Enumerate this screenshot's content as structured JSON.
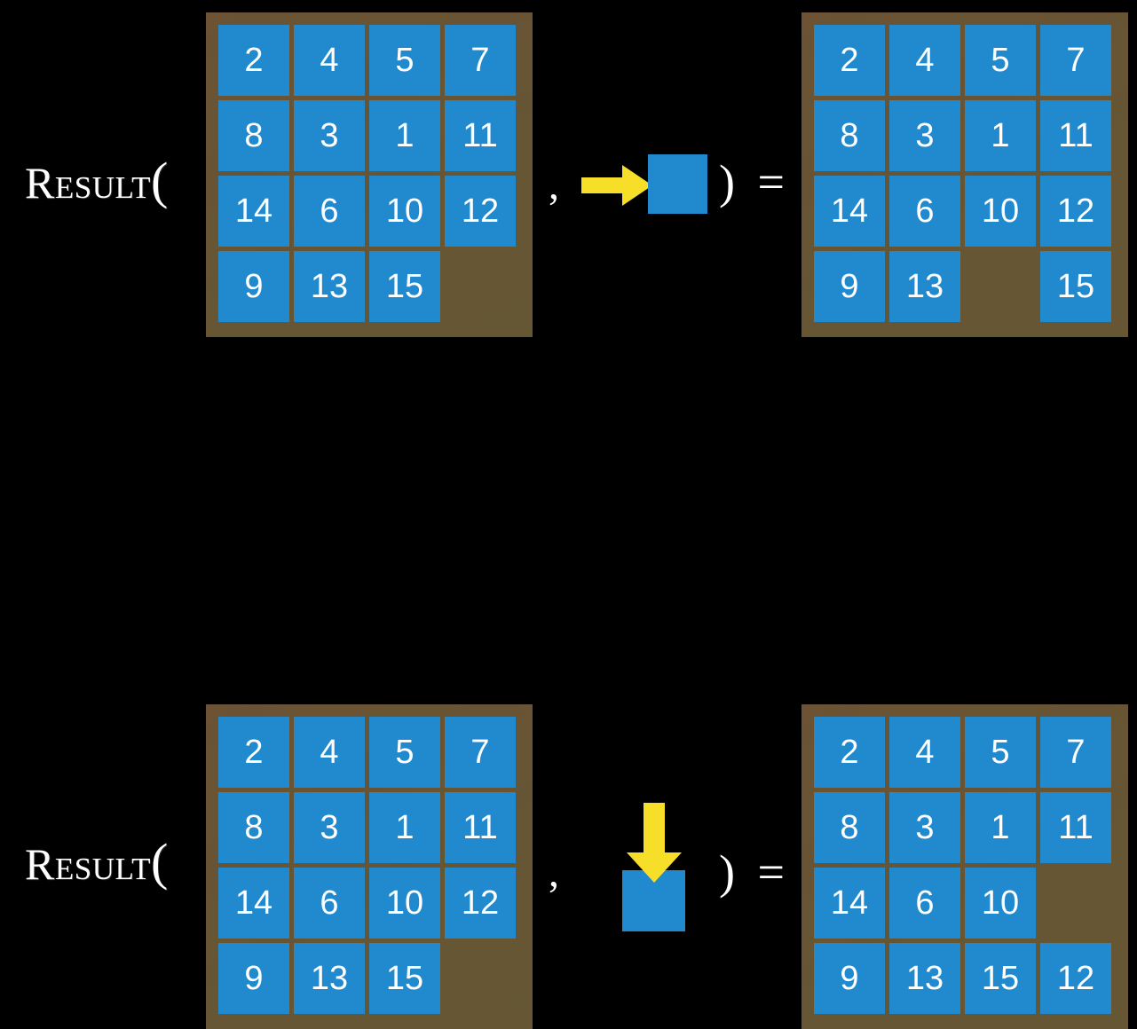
{
  "page": {
    "background_color": "#000000",
    "title": "Result of sliding tile moves"
  },
  "colors": {
    "tile": "#2189ce",
    "tile_text": "#ffffff",
    "board_frame": "#6b5334",
    "board_interior": "#655634",
    "arrow": "#f7de29",
    "text": "#ffffff"
  },
  "labels": {
    "result": "Result",
    "open_paren": "(",
    "comma": ",",
    "close_paren_equals": ") ="
  },
  "icons": {
    "arrow_right": "arrow-right-icon",
    "arrow_down": "arrow-down-icon",
    "blank_tile": "blank-tile-icon"
  },
  "rows": [
    {
      "id": "row-top",
      "move_direction": "right",
      "input_board": {
        "name": "input-board-top",
        "rows": 4,
        "cols": 4,
        "cells": [
          [
            "2",
            "4",
            "5",
            "7"
          ],
          [
            "8",
            "3",
            "1",
            "11"
          ],
          [
            "14",
            "6",
            "10",
            "12"
          ],
          [
            "9",
            "13",
            "15",
            ""
          ]
        ]
      },
      "output_board": {
        "name": "output-board-top",
        "rows": 4,
        "cols": 4,
        "cells": [
          [
            "2",
            "4",
            "5",
            "7"
          ],
          [
            "8",
            "3",
            "1",
            "11"
          ],
          [
            "14",
            "6",
            "10",
            "12"
          ],
          [
            "9",
            "13",
            "",
            "15"
          ]
        ]
      }
    },
    {
      "id": "row-bottom",
      "move_direction": "down",
      "input_board": {
        "name": "input-board-bottom",
        "rows": 4,
        "cols": 4,
        "cells": [
          [
            "2",
            "4",
            "5",
            "7"
          ],
          [
            "8",
            "3",
            "1",
            "11"
          ],
          [
            "14",
            "6",
            "10",
            "12"
          ],
          [
            "9",
            "13",
            "15",
            ""
          ]
        ]
      },
      "output_board": {
        "name": "output-board-bottom",
        "rows": 4,
        "cols": 4,
        "cells": [
          [
            "2",
            "4",
            "5",
            "7"
          ],
          [
            "8",
            "3",
            "1",
            "11"
          ],
          [
            "14",
            "6",
            "10",
            ""
          ],
          [
            "9",
            "13",
            "15",
            "12"
          ]
        ]
      }
    }
  ]
}
